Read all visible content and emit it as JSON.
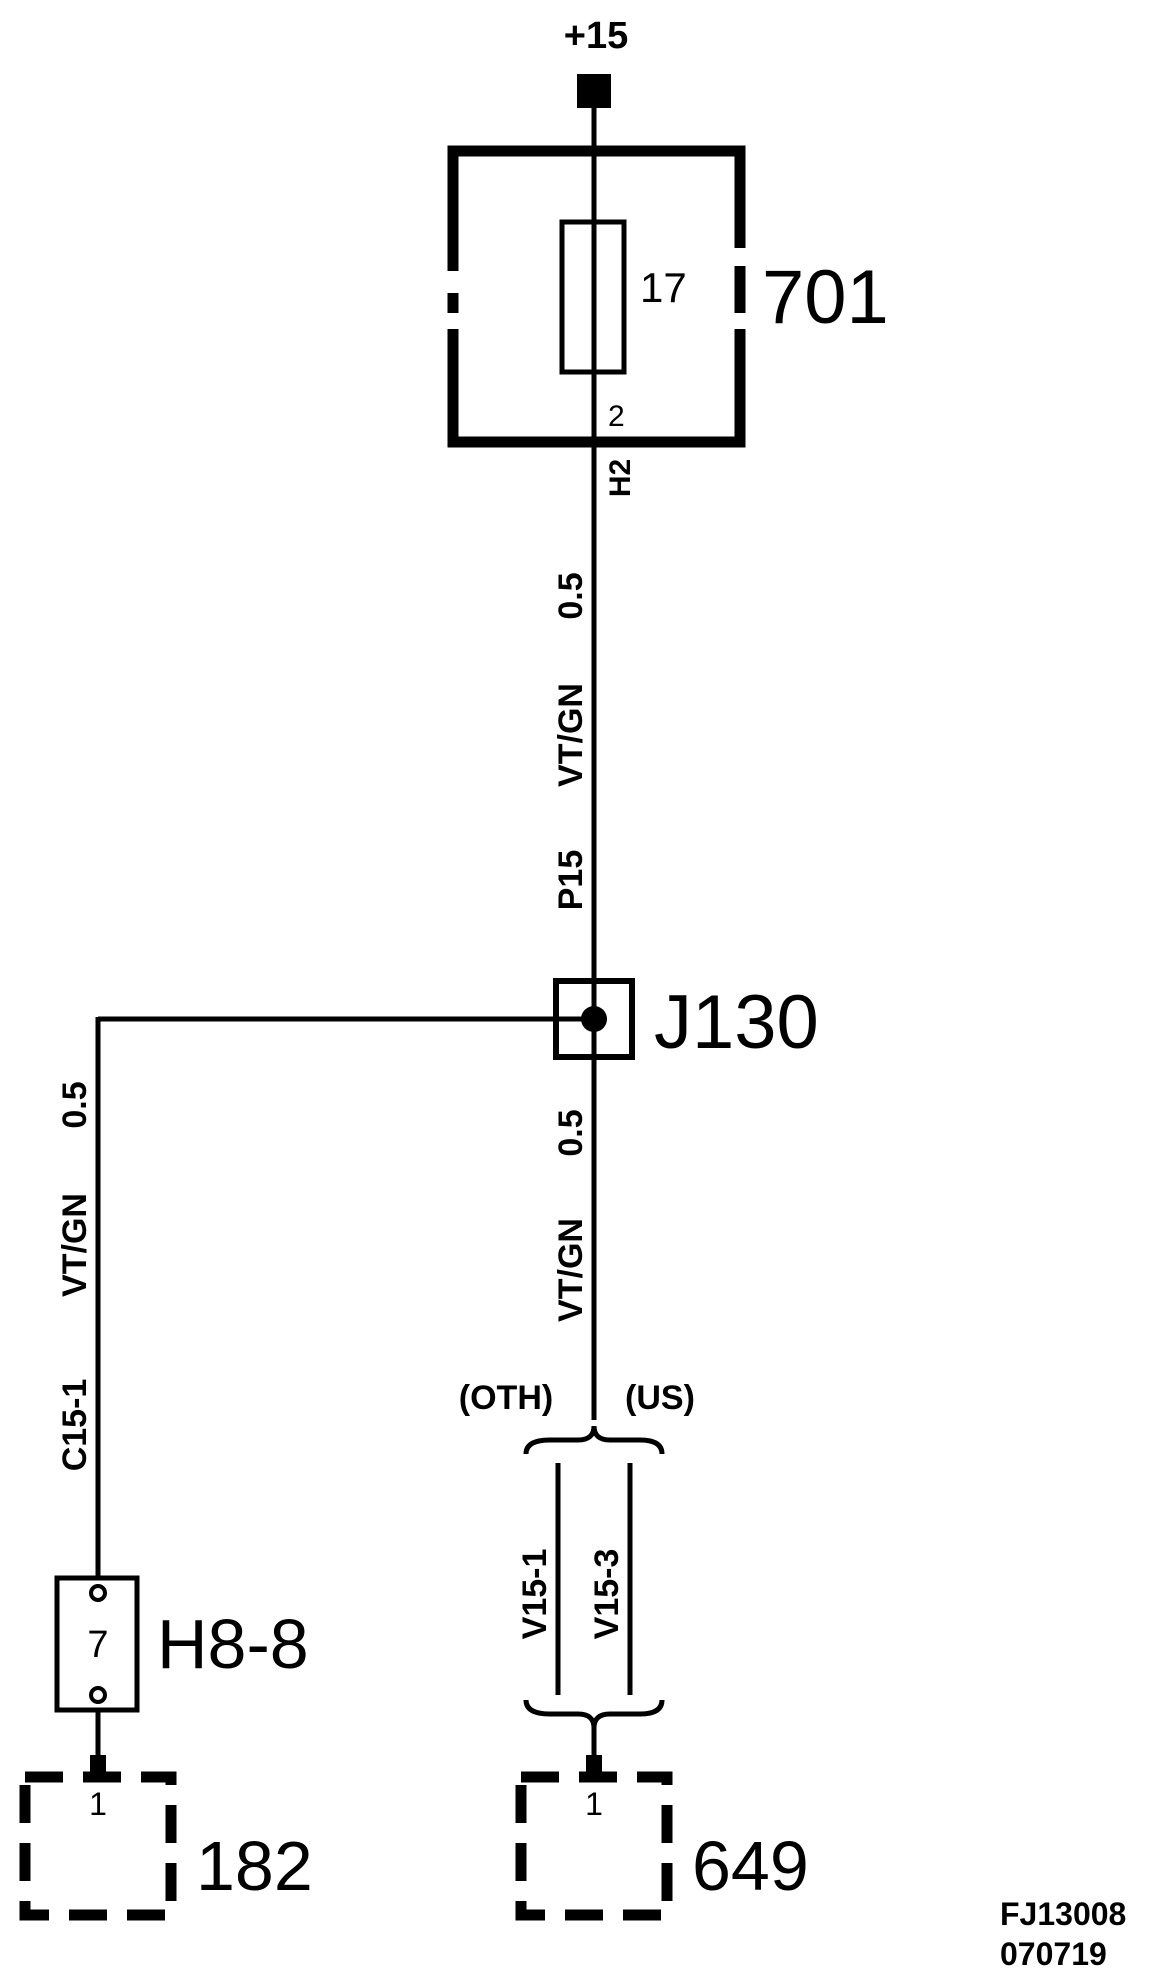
{
  "power": {
    "label": "+15"
  },
  "fuse_box": {
    "id": "701",
    "fuse_number": "17",
    "pin": "2",
    "connector": "H2"
  },
  "wire_top": {
    "size": "0.5",
    "color": "VT/GN",
    "circuit": "P15"
  },
  "splice": {
    "id": "J130"
  },
  "wire_left": {
    "size": "0.5",
    "color": "VT/GN",
    "circuit": "C15-1"
  },
  "wire_right": {
    "size": "0.5",
    "color": "VT/GN"
  },
  "variants": {
    "oth": "(OTH)",
    "us": "(US)",
    "oth_circuit": "V15-1",
    "us_circuit": "V15-3"
  },
  "connector_h8": {
    "id": "H8-8",
    "pin": "7"
  },
  "component_182": {
    "id": "182",
    "pin": "1"
  },
  "component_649": {
    "id": "649",
    "pin": "1"
  },
  "figure_ref": {
    "code": "FJ13008",
    "date": "070719"
  }
}
